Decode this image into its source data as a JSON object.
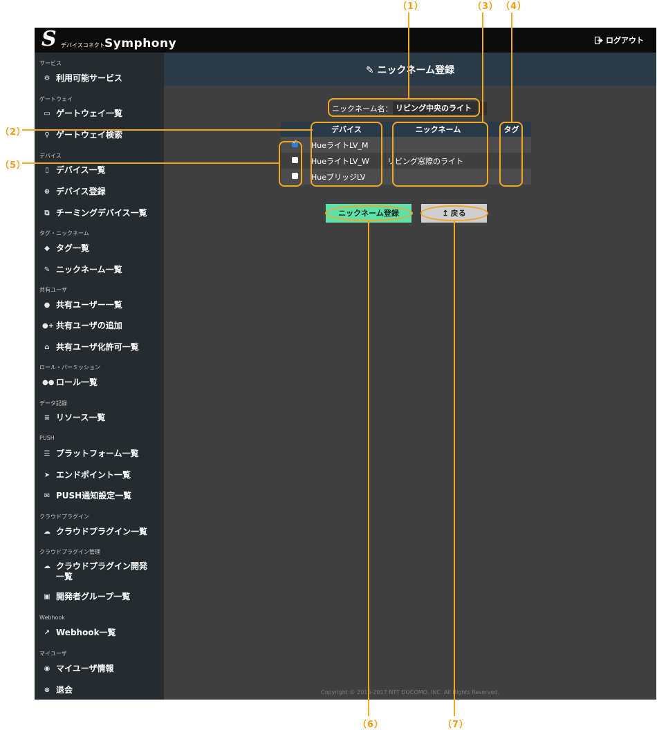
{
  "annotations": {
    "c1": "（1）",
    "c2": "（2）",
    "c3": "（3）",
    "c4": "（4）",
    "c5": "（5）",
    "c6": "（6）",
    "c7": "（7）"
  },
  "brand": {
    "logo_mark": "S",
    "logo_sub": "デバイスコネクト",
    "logo_name": "Symphony"
  },
  "topbar": {
    "logout_label": "ログアウト"
  },
  "sidebar": {
    "sections": [
      {
        "label": "サービス",
        "items": [
          {
            "label": "利用可能サービス",
            "icon": "gears-icon"
          }
        ]
      },
      {
        "label": "ゲートウェイ",
        "items": [
          {
            "label": "ゲートウェイ一覧",
            "icon": "hdd-icon"
          },
          {
            "label": "ゲートウェイ検索",
            "icon": "search-icon"
          }
        ]
      },
      {
        "label": "デバイス",
        "items": [
          {
            "label": "デバイス一覧",
            "icon": "mobile-icon"
          },
          {
            "label": "デバイス登録",
            "icon": "plus-circle-icon"
          },
          {
            "label": "チーミングデバイス一覧",
            "icon": "clone-icon"
          }
        ]
      },
      {
        "label": "タグ・ニックネーム",
        "items": [
          {
            "label": "タグ一覧",
            "icon": "tags-icon"
          },
          {
            "label": "ニックネーム一覧",
            "icon": "pencil-icon"
          }
        ]
      },
      {
        "label": "共有ユーザ",
        "items": [
          {
            "label": "共有ユーザー一覧",
            "icon": "user-icon"
          },
          {
            "label": "共有ユーザの追加",
            "icon": "user-plus-icon"
          },
          {
            "label": "共有ユーザ化許可一覧",
            "icon": "unlock-icon"
          }
        ]
      },
      {
        "label": "ロール・パーミッション",
        "items": [
          {
            "label": "ロール一覧",
            "icon": "users-icon"
          }
        ]
      },
      {
        "label": "データ記録",
        "items": [
          {
            "label": "リソース一覧",
            "icon": "database-icon"
          }
        ]
      },
      {
        "label": "PUSH",
        "items": [
          {
            "label": "プラットフォーム一覧",
            "icon": "server-icon"
          },
          {
            "label": "エンドポイント一覧",
            "icon": "paper-plane-icon"
          },
          {
            "label": "PUSH通知設定一覧",
            "icon": "envelope-icon"
          }
        ]
      },
      {
        "label": "クラウドプラグイン",
        "items": [
          {
            "label": "クラウドプラグイン一覧",
            "icon": "cloud-icon"
          }
        ]
      },
      {
        "label": "クラウドプラグイン管理",
        "items": [
          {
            "label": "クラウドプラグイン開発一覧",
            "icon": "cloud-upload-icon"
          },
          {
            "label": "開発者グループ一覧",
            "icon": "id-card-icon"
          }
        ]
      },
      {
        "label": "Webhook",
        "items": [
          {
            "label": "Webhook一覧",
            "icon": "share-icon"
          }
        ]
      },
      {
        "label": "マイユーザ",
        "items": [
          {
            "label": "マイユーザ情報",
            "icon": "user-circle-icon"
          },
          {
            "label": "退会",
            "icon": "times-circle-icon"
          }
        ]
      }
    ]
  },
  "page": {
    "title": "ニックネーム登録"
  },
  "form": {
    "nickname_label": "ニックネーム名：",
    "nickname_value": "リビング中央のライト"
  },
  "table": {
    "headers": {
      "device": "デバイス",
      "nickname": "ニックネーム",
      "tag": "タグ"
    },
    "rows": [
      {
        "checked": true,
        "device": "HueライトLV_M",
        "nickname": "",
        "tag": ""
      },
      {
        "checked": false,
        "device": "HueライトLV_W",
        "nickname": "リビング窓際のライト",
        "tag": ""
      },
      {
        "checked": false,
        "device": "HueブリッジLV",
        "nickname": "",
        "tag": ""
      }
    ]
  },
  "buttons": {
    "register": "ニックネーム登録",
    "back": "戻る"
  },
  "footer": {
    "copyright": "Copyright © 2016-2017 NTT DOCOMO, INC. All Rights Reserved."
  }
}
